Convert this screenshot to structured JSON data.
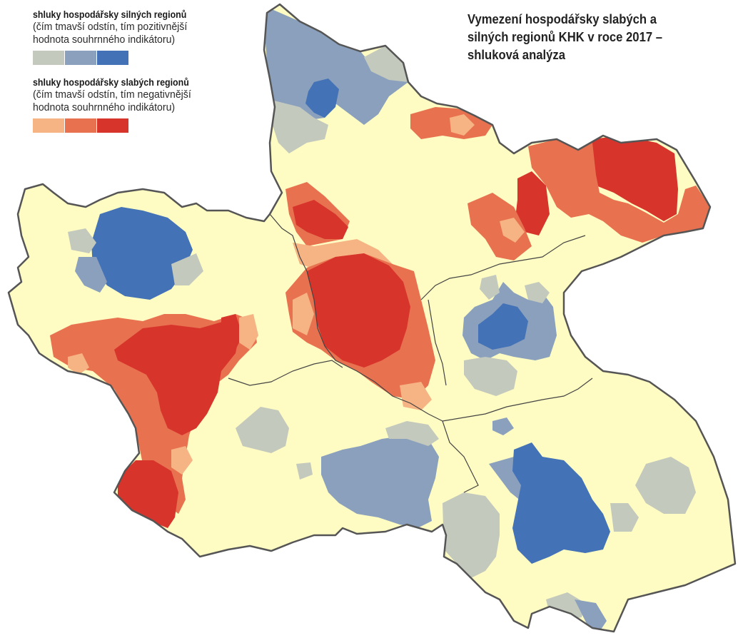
{
  "title": {
    "line1": "Vymezení hospodářsky slabých a",
    "line2": "silných regionů KHK v roce 2017 –",
    "line3": "shluková analýza"
  },
  "legend": {
    "strong": {
      "title": "shluky hospodářsky silných regionů",
      "desc1": "(čím tmavší odstín, tím pozitivnější",
      "desc2": "hodnota souhrnného indikátoru)",
      "colors": [
        "#c3c9bd",
        "#8aa0bd",
        "#4472b6"
      ]
    },
    "weak": {
      "title": "shluky hospodářsky slabých regionů",
      "desc1": "(čím tmavší odstín, tím negativnější",
      "desc2": "hodnota souhrnného indikátoru)",
      "colors": [
        "#f6b383",
        "#e8714f",
        "#d7342b"
      ]
    }
  },
  "map_colors": {
    "base": "#fefcc2",
    "border": "#555555",
    "district_border": "#444444"
  }
}
